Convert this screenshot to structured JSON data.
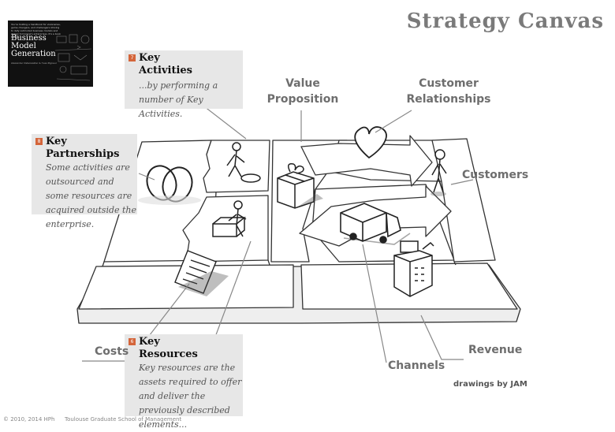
{
  "title": "Strategy Canvas",
  "book": {
    "blurb": "You're holding a handbook for visionaries, game changers, and challengers striving to defy outmoded business models and design tomorrow's enterprises. It's a book for the...",
    "title": "Business Model Generation",
    "authors": "Alexander Osterwalder & Yves Pigneur"
  },
  "boxes": {
    "key_activities": {
      "number": "7",
      "heading": "Key Activities",
      "description": "...by performing a number of Key Activities."
    },
    "key_partnerships": {
      "number": "8",
      "heading": "Key Partnerships",
      "description": "Some activities are outsourced and some resources are acquired outside the enterprise."
    },
    "key_resources": {
      "number": "6",
      "heading": "Key Resources",
      "description": "Key resources are the assets required to offer and deliver the previously described elements..."
    }
  },
  "labels": {
    "value_proposition": "Value Proposition",
    "customer_relationships": "Customer Relationships",
    "customers": "Customers",
    "costs": "Costs",
    "revenue": "Revenue",
    "channels": "Channels"
  },
  "credit": "drawings by JAM",
  "footer": {
    "copyright": "© 2010, 2014 HPh",
    "school": "Toulouse Graduate School of Management"
  },
  "colors": {
    "accent": "#d4653a",
    "label_gray": "#6e6e6e",
    "box_bg": "#e7e7e7"
  }
}
